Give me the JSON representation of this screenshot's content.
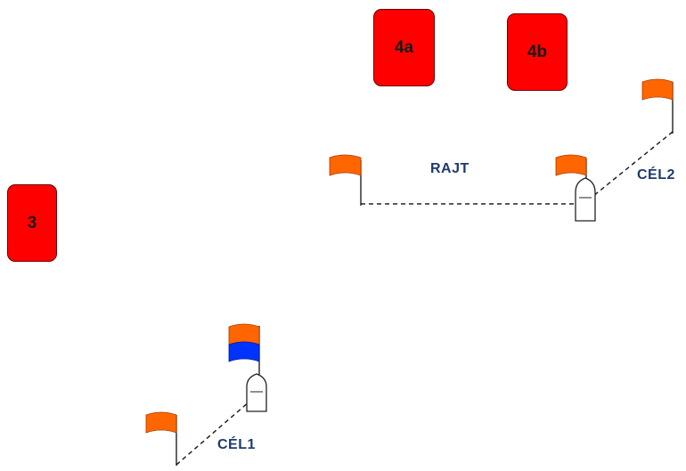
{
  "buoys": [
    {
      "label": "4a"
    },
    {
      "label": "4b"
    },
    {
      "label": "3"
    }
  ],
  "labels": {
    "start": "RAJT",
    "finish1": "CÉL1",
    "finish2": "CÉL2"
  },
  "colors": {
    "buoy_fill": "#ff0000",
    "flag_orange": "#ff6600",
    "flag_blue": "#0033ff",
    "label_text": "#1f3a6e",
    "line": "#222222"
  }
}
